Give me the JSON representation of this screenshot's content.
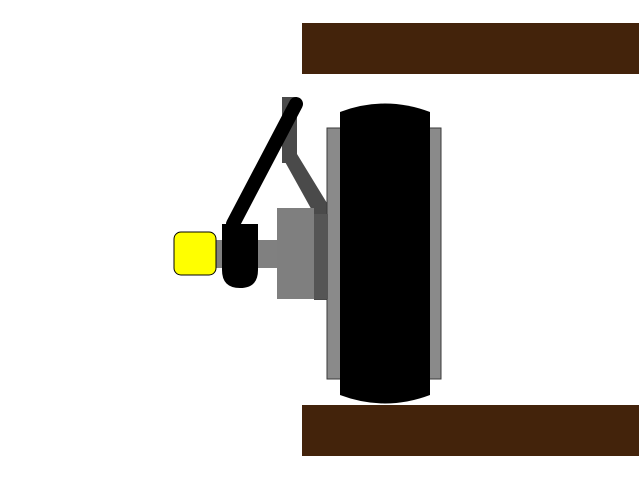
{
  "colors": {
    "background": "#ffffff",
    "wood": "#43230b",
    "tire": "#000000",
    "rim": "#8a8a8a",
    "rim_outline": "#3a3a3a",
    "hub": "#7f7f7f",
    "hub_dark": "#555555",
    "axle": "#808080",
    "strut": "#4a4a4a",
    "lever": "#000000",
    "knob": "#ffff00",
    "knob_outline": "#000000"
  },
  "components": [
    {
      "name": "top-wood-beam",
      "icon": "rectangle"
    },
    {
      "name": "bottom-wood-beam",
      "icon": "rectangle"
    },
    {
      "name": "wheel-tire",
      "icon": "rounded-rectangle"
    },
    {
      "name": "wheel-rim",
      "icon": "rectangle-pair"
    },
    {
      "name": "hub-block",
      "icon": "rectangle"
    },
    {
      "name": "axle-shaft",
      "icon": "rectangle"
    },
    {
      "name": "support-strut",
      "icon": "bent-bar"
    },
    {
      "name": "lever-arm",
      "icon": "thick-line"
    },
    {
      "name": "yellow-knob",
      "icon": "rounded-square"
    }
  ]
}
